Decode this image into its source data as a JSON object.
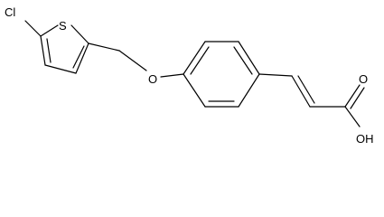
{
  "structure": {
    "atoms": {
      "chlorine": "Cl",
      "sulfur": "S",
      "oxygen_ether": "O",
      "hydroxyl": "OH",
      "oxygen_carbonyl": "O"
    }
  }
}
